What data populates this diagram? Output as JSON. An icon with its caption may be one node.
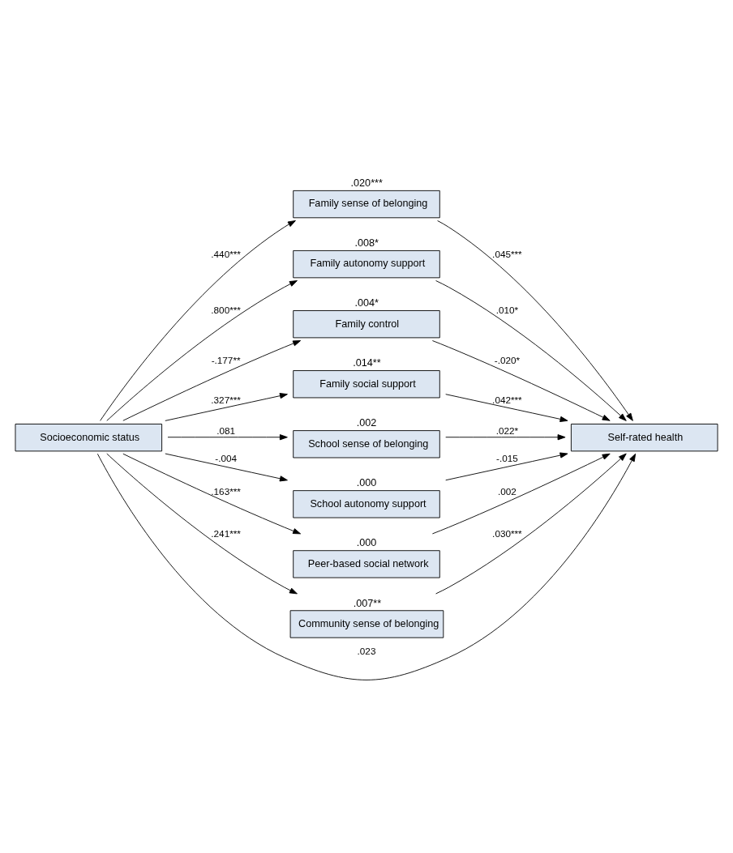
{
  "diagram": {
    "nodes": [
      {
        "text": [
          "Socioeconomic status"
        ]
      },
      {
        "text": [
          "Family sense of belonging"
        ],
        "beside": [
          ".020***"
        ]
      },
      {
        "text": [
          "Family autonomy support"
        ],
        "beside": [
          ".008*"
        ]
      },
      {
        "text": [
          "Family control"
        ],
        "beside": [
          ".004*"
        ]
      },
      {
        "text": [
          "Family social support"
        ],
        "beside": [
          ".014**"
        ]
      },
      {
        "text": [
          "School sense of belonging"
        ],
        "beside": [
          ".002"
        ]
      },
      {
        "text": [
          "School autonomy support"
        ],
        "beside": [
          ".000"
        ]
      },
      {
        "text": [
          "Peer-based social network"
        ],
        "beside": [
          ".000"
        ]
      },
      {
        "text": [
          "Community sense of belonging"
        ],
        "beside": [
          ".007**"
        ]
      },
      {
        "text": [
          "Self-rated health"
        ]
      }
    ],
    "edges": [
      {
        "from": 0,
        "to": 1,
        "arrow": "to",
        "label": ".440***"
      },
      {
        "from": 1,
        "to": 9,
        "arrow": "to",
        "label": ".045***"
      },
      {
        "from": 0,
        "to": 2,
        "arrow": "to",
        "label": ".800***"
      },
      {
        "from": 2,
        "to": 9,
        "arrow": "to",
        "label": ".010*"
      },
      {
        "from": 0,
        "to": 3,
        "arrow": "to",
        "label": "-.177**"
      },
      {
        "from": 3,
        "to": 9,
        "arrow": "to",
        "label": "-.020*"
      },
      {
        "from": 0,
        "to": 9,
        "arrow": "to",
        "label": ".023"
      },
      {
        "from": 0,
        "to": 4,
        "arrow": "to",
        "label": ".327***"
      },
      {
        "from": 4,
        "to": 9,
        "arrow": "to",
        "label": ".042***"
      },
      {
        "from": 0,
        "to": 5,
        "arrow": "to",
        "label": ".081"
      },
      {
        "from": 5,
        "to": 9,
        "arrow": "to",
        "label": ".022*"
      },
      {
        "from": 0,
        "to": 6,
        "arrow": "to",
        "label": "-.004"
      },
      {
        "from": 6,
        "to": 9,
        "arrow": "to",
        "label": "-.015"
      },
      {
        "from": 0,
        "to": 7,
        "arrow": "to",
        "label": ".163***"
      },
      {
        "from": 7,
        "to": 9,
        "arrow": "to",
        "label": ".002"
      },
      {
        "from": 0,
        "to": 8,
        "arrow": "to",
        "label": ".241***"
      },
      {
        "from": 8,
        "to": 9,
        "arrow": "to",
        "label": ".030***"
      }
    ]
  }
}
